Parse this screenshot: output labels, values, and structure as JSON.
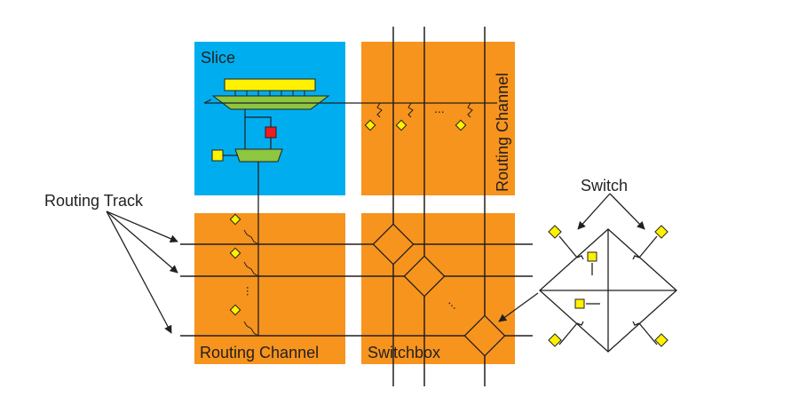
{
  "labels": {
    "slice": "Slice",
    "routing_channel_vertical": "Routing Channel",
    "routing_channel_horizontal": "Routing Channel",
    "switchbox": "Switchbox",
    "routing_track": "Routing Track",
    "switch": "Switch",
    "ellipsis_horizontal": "...",
    "ellipsis_vertical": "...",
    "ellipsis_diagonal": "..."
  },
  "colors": {
    "slice_fill": "#00aeef",
    "channel_fill": "#f7941d",
    "pad_fill": "#fff200",
    "lut_fill": "#fff200",
    "mux_fill": "#8dc63f",
    "flipflop_fill": "#ed1c24",
    "wire": "#231f20"
  }
}
